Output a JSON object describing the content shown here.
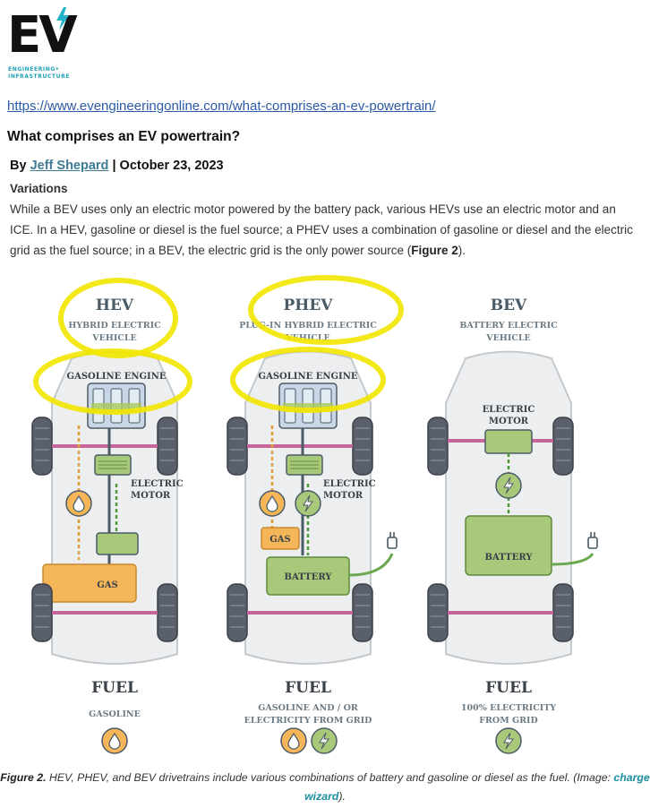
{
  "logo": {
    "brand": "EV",
    "line1": "ENGINEERING•",
    "line2": "INFRASTRUCTURE"
  },
  "article": {
    "url": "https://www.evengineeringonline.com/what-comprises-an-ev-powertrain/",
    "title": "What comprises an EV powertrain?",
    "by_prefix": "By ",
    "author": "Jeff Shepard",
    "date_sep": " | October 23, 2023",
    "section_heading": "Variations",
    "paragraph_before": "While a BEV uses only an electric motor powered by the battery pack, various HEVs use an electric motor and an ICE. In a HEV, gasoline or diesel is the fuel source; a PHEV uses a combination of gasoline or diesel and the electric grid as the fuel source; in a BEV, the electric grid is the only power source (",
    "paragraph_bold": "Figure 2",
    "paragraph_after": ")."
  },
  "figure": {
    "hev": {
      "name": "HEV",
      "sub1": "HYBRID ELECTRIC",
      "sub2": "VEHICLE",
      "engine": "GASOLINE ENGINE",
      "motor1": "ELECTRIC",
      "motor2": "MOTOR",
      "tank": "GAS",
      "fuel_title": "FUEL",
      "fuel_line1": "GASOLINE"
    },
    "phev": {
      "name": "PHEV",
      "sub1": "PLUG-IN HYBRID ELECTRIC",
      "sub2": "VEHICLE",
      "engine": "GASOLINE ENGINE",
      "motor1": "ELECTRIC",
      "motor2": "MOTOR",
      "tank": "GAS",
      "battery": "BATTERY",
      "fuel_title": "FUEL",
      "fuel_line1": "GASOLINE AND / OR",
      "fuel_line2": "ELECTRICITY FROM GRID"
    },
    "bev": {
      "name": "BEV",
      "sub1": "BATTERY ELECTRIC",
      "sub2": "VEHICLE",
      "motor1": "ELECTRIC",
      "motor2": "MOTOR",
      "battery": "BATTERY",
      "fuel_title": "FUEL",
      "fuel_line1": "100% ELECTRICITY",
      "fuel_line2": "FROM GRID"
    },
    "colors": {
      "highlight": "#f2e600",
      "gas": "#f5b65a",
      "battery": "#9cc26a",
      "engine": "#c9d6e6",
      "tire": "#59606b",
      "body": "#eceef0",
      "title": "#4b5b66"
    }
  },
  "caption": {
    "label": "Figure 2.",
    "text": " HEV, PHEV, and BEV drivetrains include various combinations of battery and gasoline or diesel as the fuel. (Image: ",
    "credit": "charge wizard",
    "end": ")."
  }
}
